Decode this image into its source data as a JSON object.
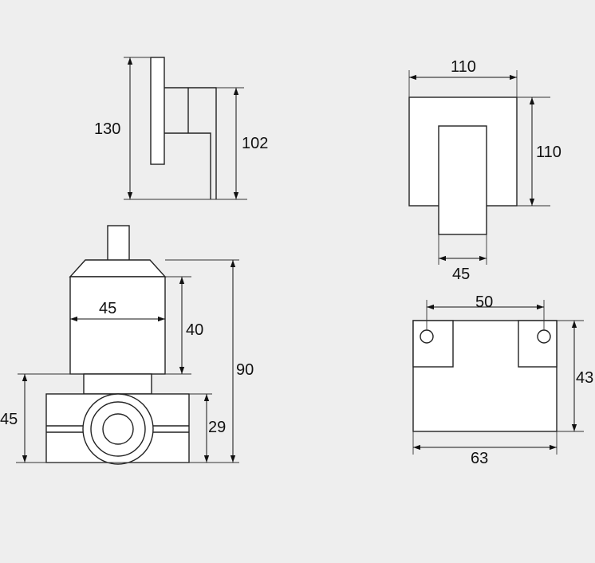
{
  "dimensions": {
    "side_height": "130",
    "side_depth": "102",
    "plate_width": "110",
    "plate_height": "110",
    "handle_width": "45",
    "body_width": "45",
    "body_height": "40",
    "total_height": "90",
    "base_height": "45",
    "valve_height": "29",
    "hole_spacing": "50",
    "bracket_height": "43",
    "bracket_width": "63"
  }
}
